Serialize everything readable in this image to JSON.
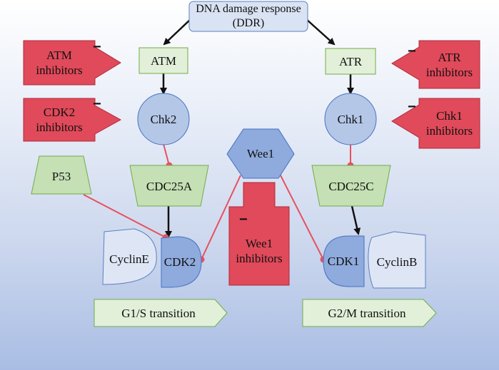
{
  "nodes": {
    "ddr": {
      "label": "DNA damage response\n(DDR)"
    },
    "atm": {
      "label": "ATM"
    },
    "atr": {
      "label": "ATR"
    },
    "chk2": {
      "label": "Chk2"
    },
    "chk1": {
      "label": "Chk1"
    },
    "wee1": {
      "label": "Wee1"
    },
    "p53": {
      "label": "P53"
    },
    "cdc25a": {
      "label": "CDC25A"
    },
    "cdc25c": {
      "label": "CDC25C"
    },
    "cycline": {
      "label": "CyclinE"
    },
    "cdk2": {
      "label": "CDK2"
    },
    "cdk1": {
      "label": "CDK1"
    },
    "cyclinb": {
      "label": "CyclinB"
    }
  },
  "inhibitors": {
    "atm": {
      "label": "ATM\ninhibitors",
      "sign": "−"
    },
    "cdk2": {
      "label": "CDK2\ninhibitors",
      "sign": "−"
    },
    "atr": {
      "label": "ATR\ninhibitors",
      "sign": "−"
    },
    "chk1": {
      "label": "Chk1\ninhibitors",
      "sign": "−"
    },
    "wee1": {
      "label": "Wee1\ninhibitors",
      "sign": "−"
    }
  },
  "transitions": {
    "g1s": {
      "label": "G1/S transition"
    },
    "g2m": {
      "label": "G2/M transition"
    }
  },
  "colors": {
    "inhibitor_red": "#e04a5a",
    "green_box": "#e2f0d9",
    "green_shape": "#c5e0b4",
    "blue_node": "#b4c7e7",
    "blue_dark": "#8faadc",
    "ddr_fill": "#dae3f3",
    "pale_shape": "#dee6f5",
    "inhibit_line": "#e8505f"
  }
}
